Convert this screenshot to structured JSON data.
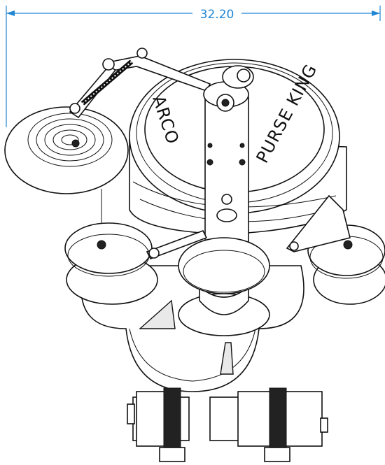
{
  "dimension": {
    "value": "32.20",
    "color": "#1f86d6"
  },
  "labels": {
    "brand_left": "ARCO",
    "brand_right": "PURSE KING"
  }
}
